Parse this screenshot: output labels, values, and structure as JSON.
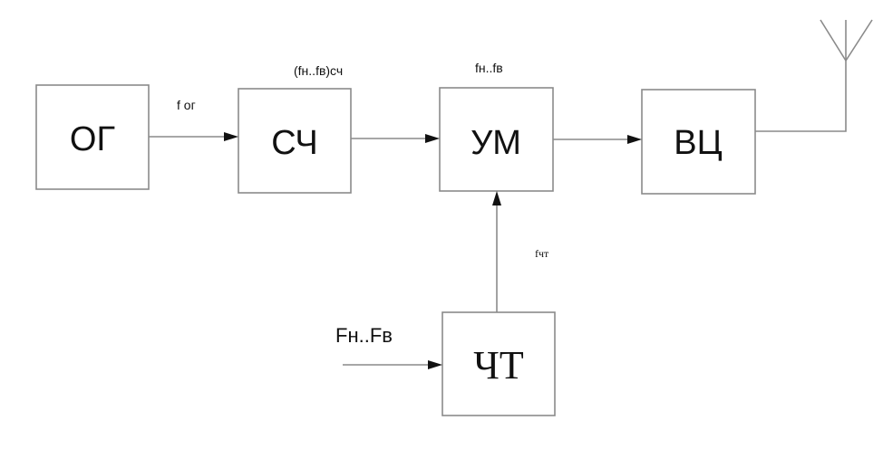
{
  "diagram": {
    "type": "block-diagram",
    "blocks": [
      {
        "id": "og",
        "label": "ОГ"
      },
      {
        "id": "sch",
        "label": "СЧ"
      },
      {
        "id": "um",
        "label": "УМ"
      },
      {
        "id": "vc",
        "label": "ВЦ"
      },
      {
        "id": "cht",
        "label": "ЧТ"
      }
    ],
    "signal_labels": {
      "f_og": "f ог",
      "sch_out": "(fн..fв)сч",
      "um_out": "fн..fв",
      "f_cht": "fчт",
      "input": "Fн..Fв"
    },
    "connections": [
      {
        "from": "og",
        "to": "sch"
      },
      {
        "from": "sch",
        "to": "um"
      },
      {
        "from": "um",
        "to": "vc"
      },
      {
        "from": "cht",
        "to": "um"
      },
      {
        "from": "input",
        "to": "cht"
      },
      {
        "from": "vc",
        "to": "antenna"
      }
    ],
    "antenna": "antenna-icon"
  }
}
